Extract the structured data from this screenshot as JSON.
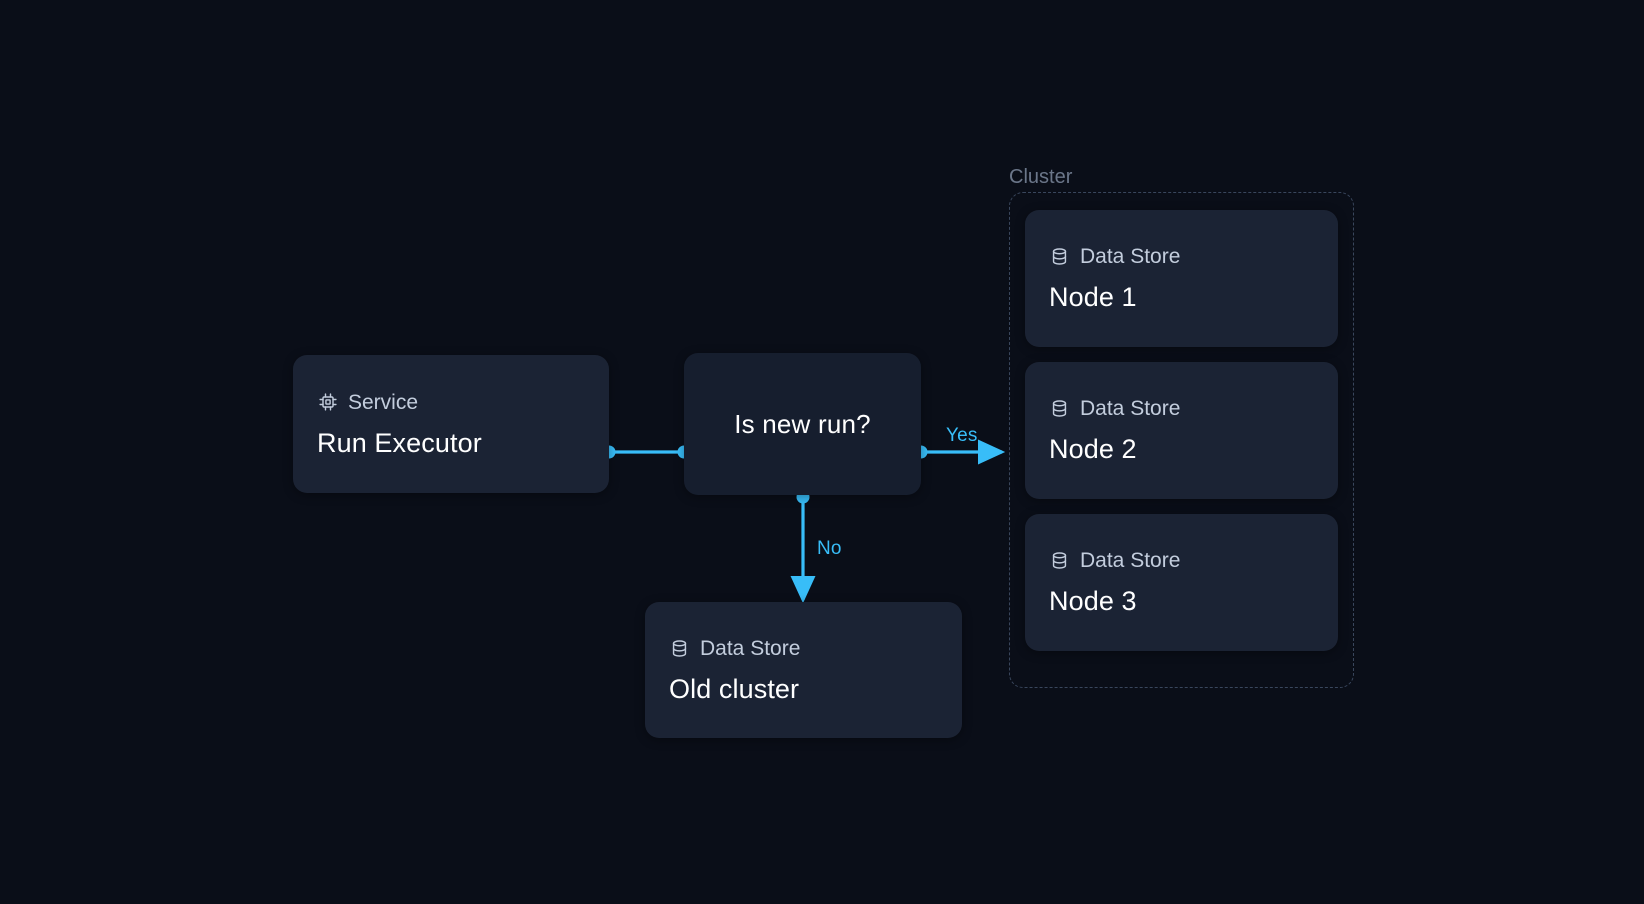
{
  "theme": {
    "background": "#0a0e18",
    "node_bg": "#1b2334",
    "decision_bg": "#161e2e",
    "accent": "#38bdf8",
    "group_border": "#39465c",
    "type_text": "#c3cddd",
    "title_text": "#ffffff",
    "group_label_text": "#6b7689"
  },
  "diagram_data": {
    "type": "flowchart",
    "nodes": [
      {
        "id": "run-executor",
        "kind": "service",
        "type_label": "Service",
        "icon": "cpu-chip-icon",
        "title": "Run Executor"
      },
      {
        "id": "is-new-run",
        "kind": "decision",
        "title": "Is new run?"
      },
      {
        "id": "old-cluster",
        "kind": "datastore",
        "type_label": "Data Store",
        "icon": "database-icon",
        "title": "Old cluster"
      }
    ],
    "group": {
      "id": "cluster",
      "label": "Cluster",
      "nodes": [
        {
          "id": "node-1",
          "kind": "datastore",
          "type_label": "Data Store",
          "icon": "database-icon",
          "title": "Node 1"
        },
        {
          "id": "node-2",
          "kind": "datastore",
          "type_label": "Data Store",
          "icon": "database-icon",
          "title": "Node 2"
        },
        {
          "id": "node-3",
          "kind": "datastore",
          "type_label": "Data Store",
          "icon": "database-icon",
          "title": "Node 3"
        }
      ]
    },
    "edges": [
      {
        "id": "edge-exec-decision",
        "from": "run-executor",
        "to": "is-new-run",
        "label": ""
      },
      {
        "id": "edge-yes",
        "from": "is-new-run",
        "to": "cluster",
        "label": "Yes"
      },
      {
        "id": "edge-no",
        "from": "is-new-run",
        "to": "old-cluster",
        "label": "No"
      }
    ]
  },
  "labels": {
    "yes": "Yes",
    "no": "No",
    "cluster": "Cluster"
  }
}
